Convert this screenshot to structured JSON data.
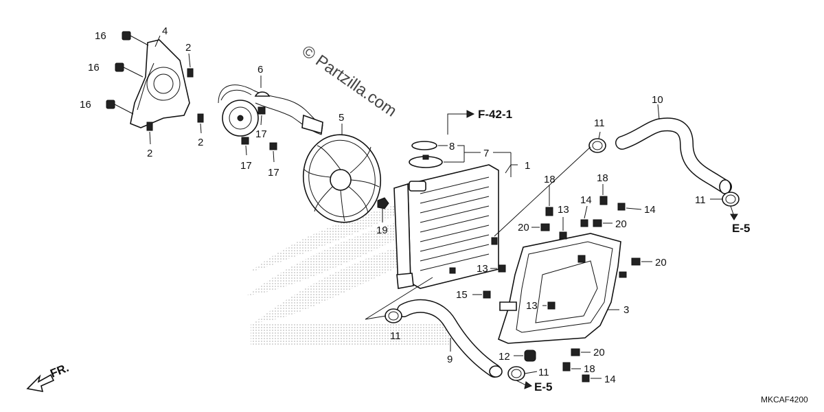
{
  "watermark": "© Partzilla.com",
  "diagram_code": "MKCAF4200",
  "front_label": "FR.",
  "refs": {
    "f42": "F-42-1",
    "e5_right": "E-5",
    "e5_bottom": "E-5"
  },
  "callouts": {
    "c1": "1",
    "c2a": "2",
    "c2b": "2",
    "c2c": "2",
    "c3": "3",
    "c4": "4",
    "c5": "5",
    "c6": "6",
    "c7": "7",
    "c8": "8",
    "c9": "9",
    "c10": "10",
    "c11a": "11",
    "c11b": "11",
    "c11c": "11",
    "c11d": "11",
    "c12": "12",
    "c13a": "13",
    "c13b": "13",
    "c13c": "13",
    "c14a": "14",
    "c14b": "14",
    "c14c": "14",
    "c15": "15",
    "c16a": "16",
    "c16b": "16",
    "c16c": "16",
    "c17a": "17",
    "c17b": "17",
    "c17c": "17",
    "c18a": "18",
    "c18b": "18",
    "c18c": "18",
    "c19": "19",
    "c20a": "20",
    "c20b": "20",
    "c20c": "20",
    "c20d": "20"
  }
}
